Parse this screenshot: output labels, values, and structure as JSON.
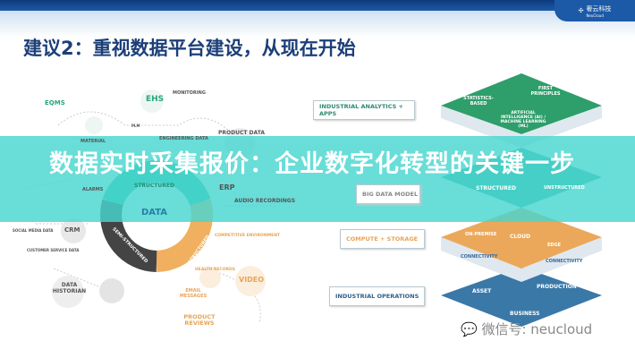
{
  "header": {
    "logo_text": "奢云科技",
    "logo_sub": "NeuCloud",
    "slide_title": "建议2：重视数据平台建设，从现在开始"
  },
  "left_diagram": {
    "center": "DATA",
    "segments": [
      "STRUCTURED",
      "UNSTRUCTURED",
      "SEMI-STRUCTURED"
    ],
    "items": [
      "EQMS",
      "EHS",
      "MONITORING",
      "PLM",
      "ENGINEERING DATA",
      "MATERIAL",
      "PRODUCT DATA",
      "ERP",
      "ALARMS",
      "SOCIAL MEDIA DATA",
      "AUDIO RECORDINGS",
      "CRM",
      "CUSTOMER SERVICE DATA",
      "COMPETITIVE ENVIRONMENT",
      "DATA HISTORIAN",
      "HEALTH RECORDS",
      "VIDEO",
      "EMAIL MESSAGES",
      "PRODUCT REVIEWS"
    ]
  },
  "right_diagram": {
    "layers": [
      {
        "label": "INDUSTRIAL ANALYTICS + APPS",
        "parts": [
          "STATISTICS-BASED",
          "FIRST PRINCIPLES",
          "ARTIFICIAL INTELLIGENCE (AI) / MACHINE LEARNING (ML)"
        ],
        "color": "#2e9e6a"
      },
      {
        "label": "BIG DATA MODEL",
        "parts": [
          "STRUCTURED",
          "UNSTRUCTURED"
        ],
        "color": "#3bb39a"
      },
      {
        "label": "COMPUTE + STORAGE",
        "parts": [
          "ON-PREMISE",
          "CLOUD",
          "EDGE",
          "CONNECTIVITY",
          "CONNECTIVITY"
        ],
        "color": "#eba85a"
      },
      {
        "label": "INDUSTRIAL OPERATIONS",
        "parts": [
          "ASSET",
          "PRODUCTION",
          "BUSINESS"
        ],
        "color": "#3a78a8"
      }
    ]
  },
  "overlay": {
    "headline": "数据实时采集报价：企业数字化转型的关键一步"
  },
  "watermark": "微信号: neucloud"
}
